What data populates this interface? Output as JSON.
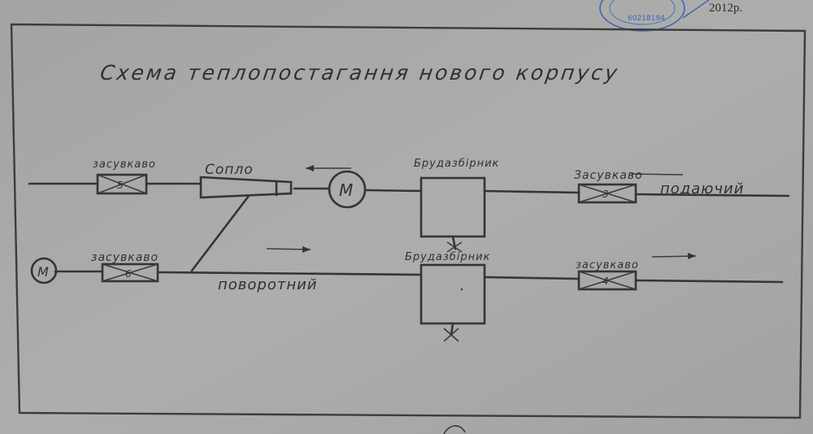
{
  "title": "Схема  теплопостагання  нового  корпусу",
  "date_text": "2012р.",
  "stamp_text": "60218194",
  "valves": {
    "v1": {
      "label": "засувкаво",
      "number": "5"
    },
    "v2": {
      "label": "засувкаво",
      "number": "6"
    },
    "v3": {
      "label": "Засувкаво",
      "number": "3"
    },
    "v4": {
      "label": "засувкаво",
      "number": "4"
    }
  },
  "nozzle_label": "Сопло",
  "pump_symbol": "М",
  "mud_trap_label": "Брудазбірник",
  "supply_label": "подаючий",
  "return_label": "поворотний",
  "colors": {
    "paper": "#a8a9a7",
    "ink": "#343534",
    "stamp": "#3f64b8"
  }
}
